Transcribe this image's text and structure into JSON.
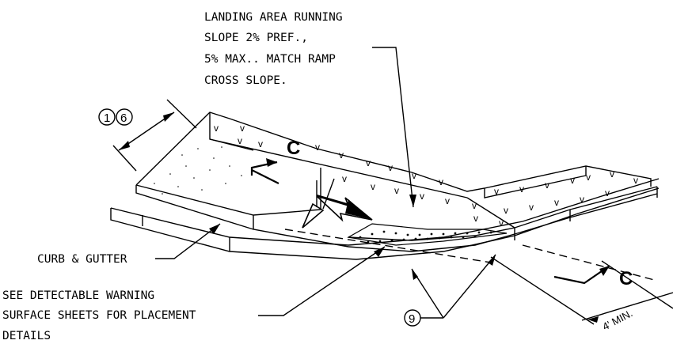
{
  "notes": {
    "landing_line1": "LANDING AREA RUNNING",
    "landing_line2": "SLOPE 2% PREF.,",
    "landing_line3": "5% MAX.. MATCH RAMP",
    "landing_line4": "CROSS SLOPE.",
    "curb_gutter": "CURB & GUTTER",
    "dws_line1": "SEE DETECTABLE WARNING",
    "dws_line2": "SURFACE SHEETS FOR PLACEMENT",
    "dws_line3": "DETAILS"
  },
  "callouts": {
    "c1": "1",
    "c6": "6",
    "c9": "9"
  },
  "section_marks": {
    "left": "C",
    "right": "C"
  },
  "dimensions": {
    "landing_min": "4' MIN."
  },
  "colors": {
    "ink": "#000000",
    "background": "#ffffff"
  }
}
